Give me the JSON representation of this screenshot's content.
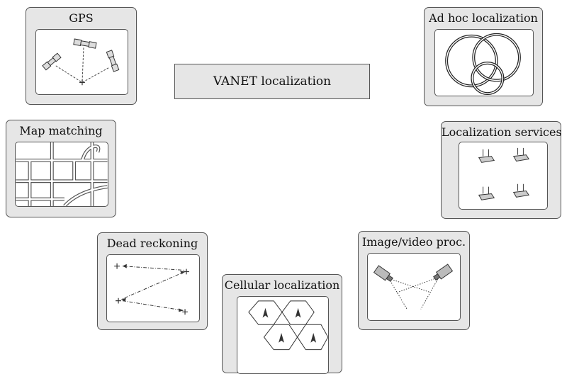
{
  "center": {
    "label": "VANET localization"
  },
  "cards": {
    "gps": {
      "title": "GPS"
    },
    "adhoc": {
      "title": "Ad hoc localization"
    },
    "map": {
      "title": "Map matching"
    },
    "services": {
      "title": "Localization services"
    },
    "dead": {
      "title": "Dead reckoning"
    },
    "image": {
      "title": "Image/video proc."
    },
    "cellular": {
      "title": "Cellular localization"
    }
  }
}
